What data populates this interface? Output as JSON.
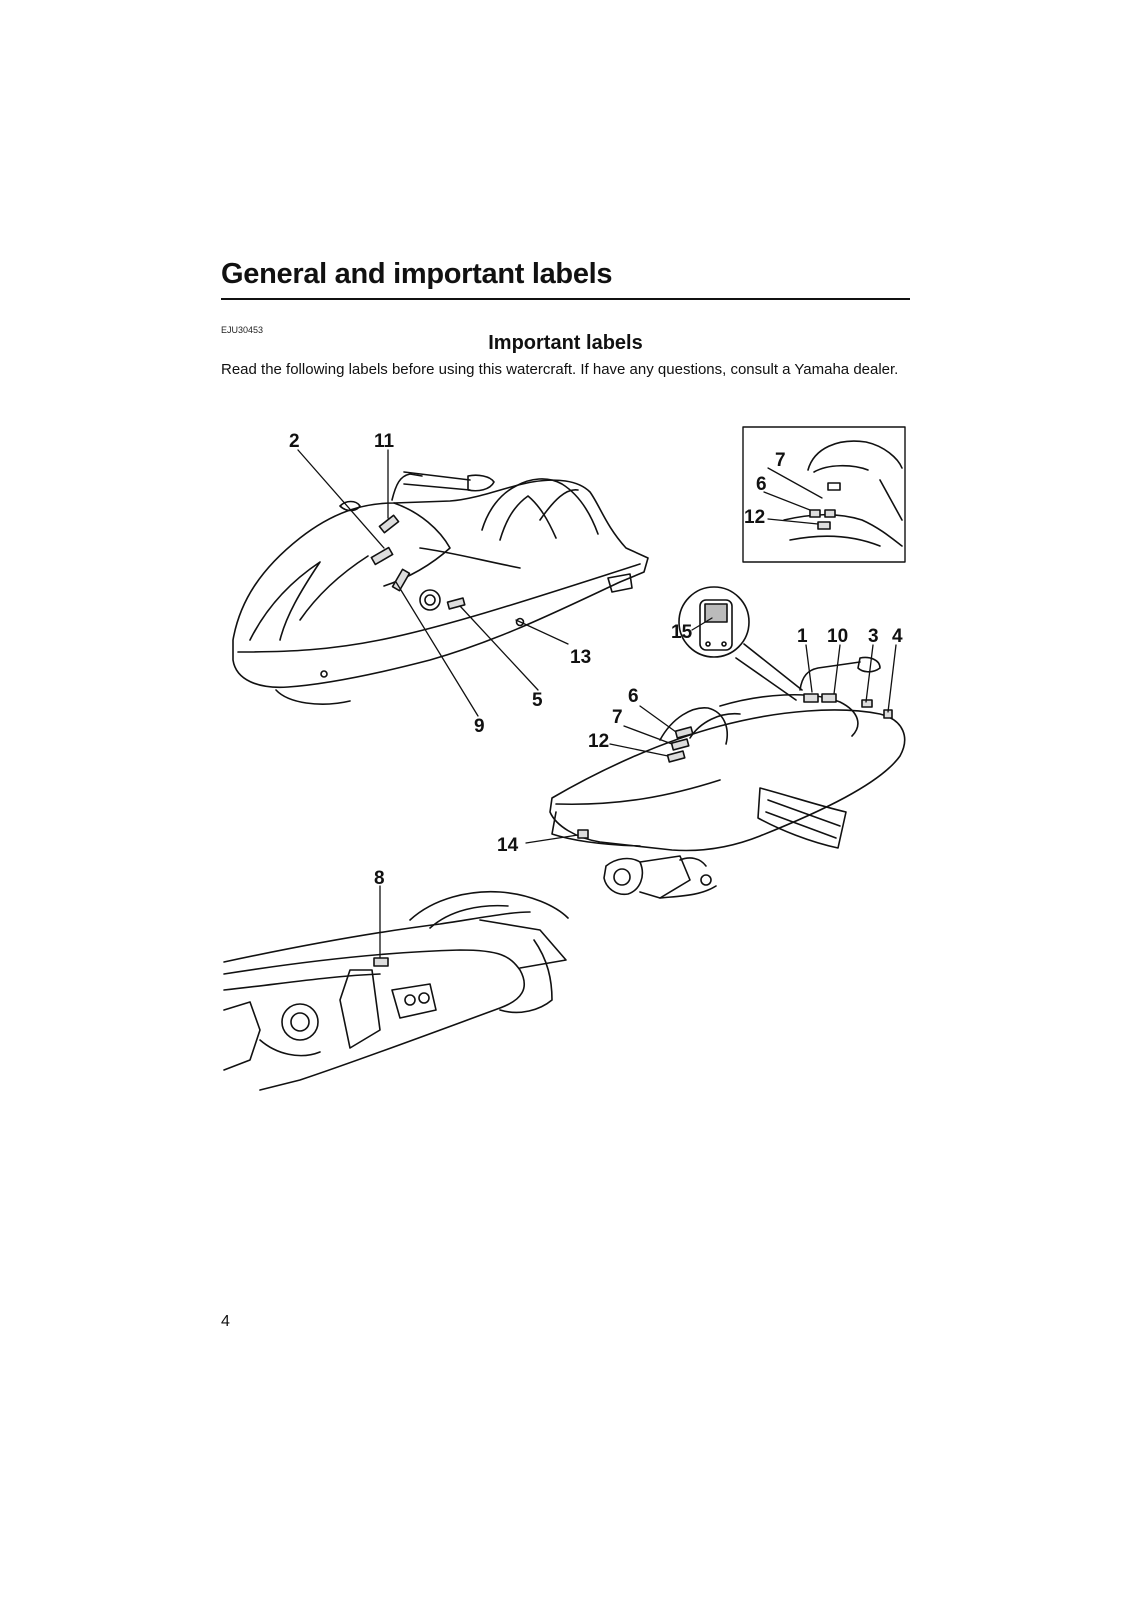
{
  "header": {
    "title": "General and important labels"
  },
  "section": {
    "code": "EJU30453",
    "heading": "Important labels",
    "intro": "Read the following labels before using this watercraft. If have any questions, consult a Yamaha dealer."
  },
  "figure": {
    "callouts": [
      "2",
      "11",
      "7",
      "6",
      "12",
      "15",
      "1",
      "10",
      "3",
      "4",
      "13",
      "5",
      "9",
      "6",
      "7",
      "12",
      "14",
      "8"
    ]
  },
  "footer": {
    "page_number": "4"
  }
}
